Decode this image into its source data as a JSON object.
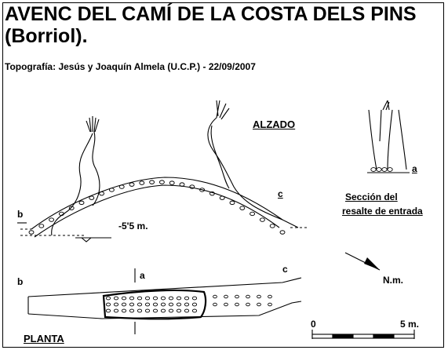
{
  "header": {
    "title_line1": "AVENC DEL CAMÍ DE LA COSTA DELS PINS",
    "title_line2": "(Borriol).",
    "subtitle": "Topografía: Jesús y Joaquín Almela (U.C.P.)   -   22/09/2007"
  },
  "alzado": {
    "heading": "ALZADO",
    "point_b": "b",
    "point_c": "c",
    "depth": "-5'5 m."
  },
  "seccion": {
    "point_a": "a",
    "caption_line1": "Sección del",
    "caption_line2": "resalte de entrada"
  },
  "planta": {
    "heading": "PLANTA",
    "point_a": "a",
    "point_b": "b",
    "point_c": "c"
  },
  "north": {
    "label": "N.m."
  },
  "scale": {
    "start": "0",
    "end": "5 m."
  }
}
